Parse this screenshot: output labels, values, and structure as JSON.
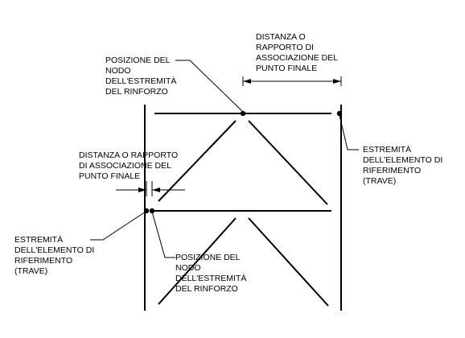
{
  "labels": {
    "dist_top": [
      "DISTANZA O",
      "RAPPORTO DI",
      "ASSOCIAZIONE DEL",
      "PUNTO FINALE"
    ],
    "node_top": [
      "POSIZIONE DEL",
      "NODO",
      "DELL'ESTREMITÀ",
      "DEL RINFORZO"
    ],
    "ref_right": [
      "ESTREMITÀ",
      "DELL'ELEMENTO DI",
      "RIFERIMENTO",
      "(TRAVE)"
    ],
    "dist_left": [
      "DISTANZA O RAPPORTO",
      "DI ASSOCIAZIONE DEL",
      "PUNTO FINALE"
    ],
    "ref_left": [
      "ESTREMITÀ",
      "DELL'ELEMENTO DI",
      "RIFERIMENTO",
      "(TRAVE)"
    ],
    "node_bottom": [
      "POSIZIONE DEL",
      "NODO",
      "DELL'ESTREMITÀ",
      "DEL RINFORZO"
    ]
  }
}
